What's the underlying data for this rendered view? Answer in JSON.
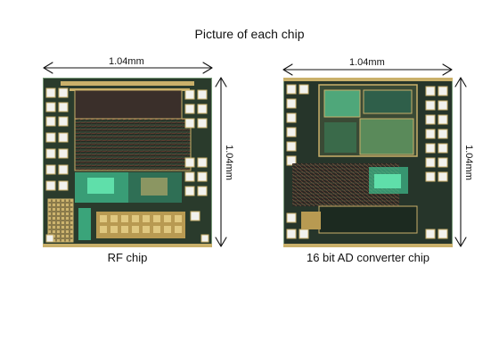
{
  "figure": {
    "title": "Picture of each chip",
    "chips": [
      {
        "caption": "RF chip",
        "width_label": "1.04mm",
        "height_label": "1.04mm"
      },
      {
        "caption": "16 bit AD converter chip",
        "width_label": "1.04mm",
        "height_label": "1.04mm"
      }
    ]
  },
  "colors": {
    "die_background": "#2a3b2c",
    "pad": "#f2f2ee",
    "metal_gold": "#c9b06a",
    "metal_green": "#3fbf8f",
    "wire_red": "#b84a3a"
  }
}
